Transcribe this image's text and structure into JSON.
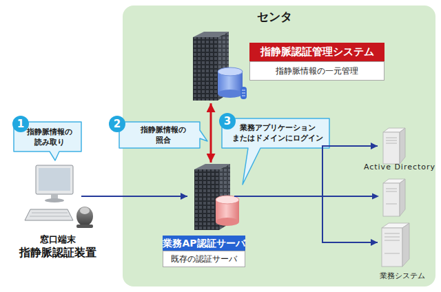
{
  "diagram": {
    "nodes": [
      {
        "text": [
          "センタ"
        ]
      },
      {
        "text": [
          "指静脈認証管理システム",
          "指静脈情報の一元管理"
        ],
        "in": 0
      },
      {
        "text": [
          "指静脈情報の 読み取り"
        ]
      },
      {
        "text": [
          "指静脈情報の 照合"
        ],
        "in": 0
      },
      {
        "text": [
          "業務アプリケーション またはドメインにログイン"
        ],
        "in": 0
      },
      {
        "text": [
          "Active Directory"
        ],
        "in": 0
      },
      {
        "text": [
          "窓口端末",
          "指静脈認証装置"
        ]
      },
      {
        "text": [
          "業務AP認証サーバ",
          "既存の認証サーバ"
        ],
        "in": 0
      },
      {
        "text": [
          "業務システム"
        ],
        "in": 0
      }
    ],
    "edges": [
      {
        "from": 6,
        "to": 7,
        "arrow": "to"
      },
      {
        "from": 1,
        "to": 7,
        "arrow": "both"
      },
      {
        "from": 7,
        "to": 5,
        "arrow": "to"
      },
      {
        "from": 7,
        "to": 8,
        "arrow": "to"
      }
    ],
    "labels": [
      "1",
      "2",
      "3"
    ]
  }
}
